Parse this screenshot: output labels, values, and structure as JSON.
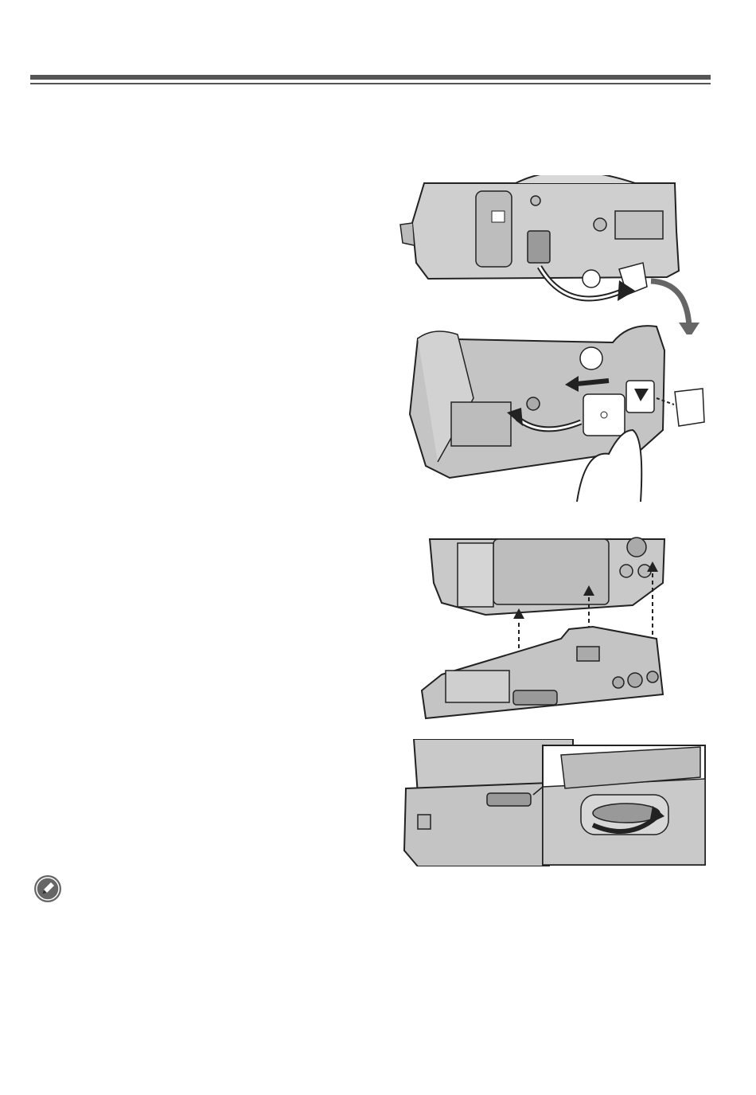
{
  "header": {
    "title_rule": "double-rule",
    "color": "#555555"
  },
  "figures": [
    {
      "name": "camera-bottom-connector-cover-removal",
      "icon": "camera-illustration"
    },
    {
      "name": "battery-grip-cover-attach",
      "icon": "battery-grip-illustration"
    },
    {
      "name": "camera-mount-on-grip",
      "icon": "grip-mount-illustration"
    },
    {
      "name": "grip-lock-dial-tighten",
      "icon": "lock-dial-illustration"
    }
  ],
  "note": {
    "icon": "note-pencil-icon"
  },
  "colors": {
    "illustration_fill": "#c9c9c9",
    "outline": "#222222",
    "arrow": "#666666"
  }
}
